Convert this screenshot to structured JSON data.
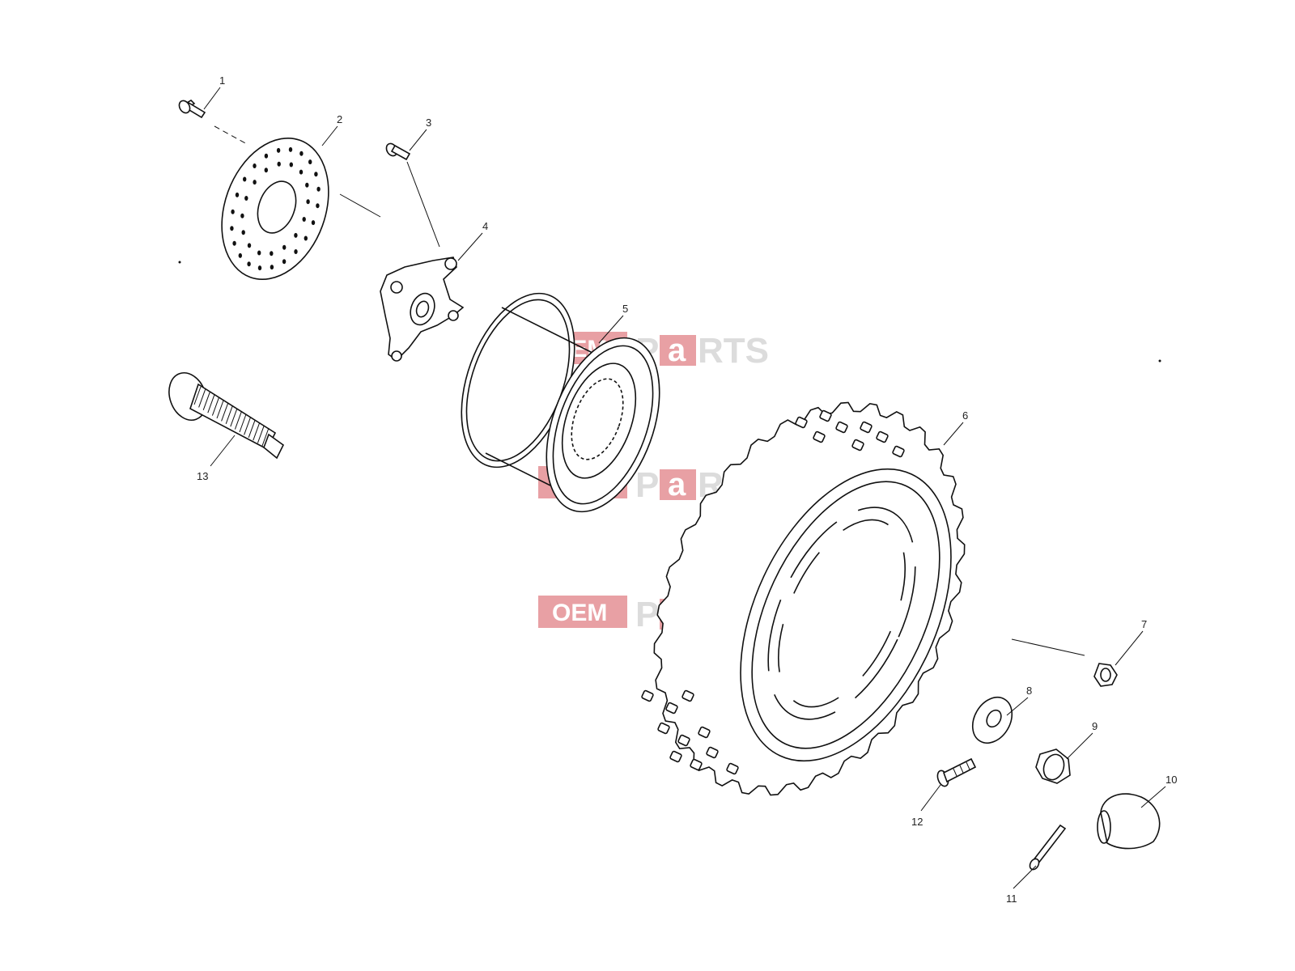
{
  "watermark": {
    "red_text": "OEM",
    "gray_text_1": "P",
    "accent_text": "a",
    "gray_text_2": "RTS",
    "colors": {
      "red": "#e8a0a4",
      "gray": "#dcdcdc"
    }
  },
  "callouts": [
    {
      "id": "1",
      "label": "1"
    },
    {
      "id": "2",
      "label": "2"
    },
    {
      "id": "3",
      "label": "3"
    },
    {
      "id": "4",
      "label": "4"
    },
    {
      "id": "5",
      "label": "5"
    },
    {
      "id": "6",
      "label": "6"
    },
    {
      "id": "7",
      "label": "7"
    },
    {
      "id": "8",
      "label": "8"
    },
    {
      "id": "9",
      "label": "9"
    },
    {
      "id": "10",
      "label": "10"
    },
    {
      "id": "11",
      "label": "11"
    },
    {
      "id": "12",
      "label": "12"
    },
    {
      "id": "13",
      "label": "13"
    }
  ]
}
